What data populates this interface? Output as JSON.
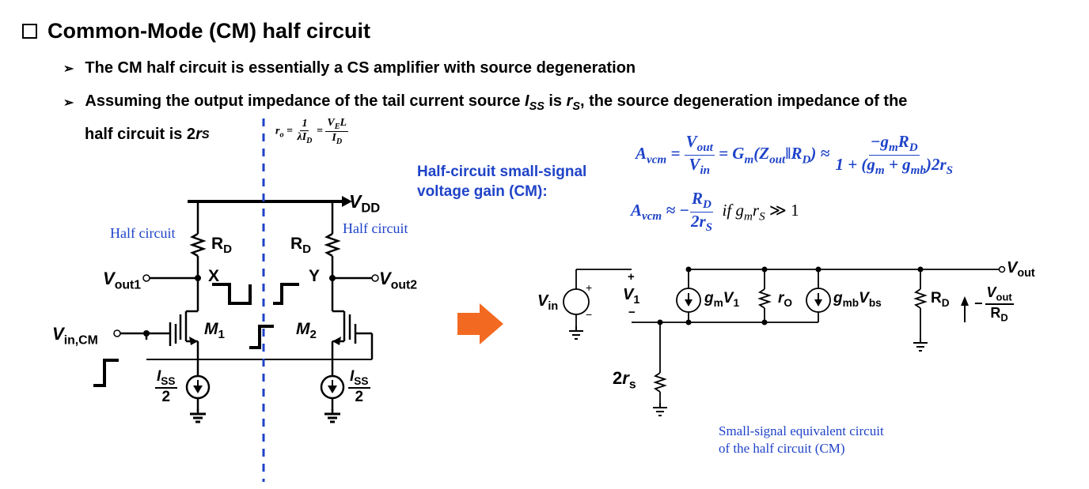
{
  "title": "Common-Mode (CM) half circuit",
  "bullets": [
    "The CM half circuit is essentially a CS amplifier with source degeneration",
    "Assuming the output impedance of the tail current source I_SS is r_S, the source degeneration impedance of the half circuit is 2r_S"
  ],
  "bullet2_line1": "Assuming the output impedance of the tail current source ",
  "bullet2_iss": "I",
  "bullet2_iss_sub": "SS",
  "bullet2_mid": " is ",
  "bullet2_rs": "r",
  "bullet2_rs_sub": "S",
  "bullet2_rest": ", the source degeneration impedance of the",
  "bullet2_line2": "half circuit is 2",
  "ro_formula": "r_o = 1/(λI_D) = V_E L / I_D",
  "gain_label_line1": "Half-circuit small-signal",
  "gain_label_line2": "voltage gain (CM):",
  "eq1": "A_vcm = V_out/V_in = G_m(Z_out‖R_D) ≈ −g_m R_D / (1 + (g_m + g_mb)2r_S)",
  "eq2": "A_vcm ≈ −R_D/(2r_S)  if g_m r_S ≫ 1",
  "left_circuit": {
    "vdd": "V_DD",
    "half_circuit_left": "Half circuit",
    "half_circuit_right": "Half circuit",
    "rd_left": "R_D",
    "rd_right": "R_D",
    "vout1": "V_out1",
    "vout2": "V_out2",
    "node_x": "X",
    "node_y": "Y",
    "vin_cm": "V_in,CM",
    "m1": "M_1",
    "m2": "M_2",
    "iss_num": "I_SS",
    "iss_den": "2"
  },
  "right_circuit": {
    "vin": "V_in",
    "v1": "V_1",
    "plus": "+",
    "minus": "−",
    "gm_v1": "g_m V_1",
    "ro": "r_O",
    "gmb_vbs": "g_mb V_bs",
    "rd": "R_D",
    "vout": "V_out",
    "vout_over_rd": "V_out / R_D",
    "two_rs": "2r_s",
    "caption_line1": "Small-signal equivalent circuit",
    "caption_line2": "of the half circuit (CM)"
  },
  "colors": {
    "accent_blue": "#1f43c8",
    "arrow_orange": "#f26a21",
    "dash_blue": "#1f43c8"
  }
}
